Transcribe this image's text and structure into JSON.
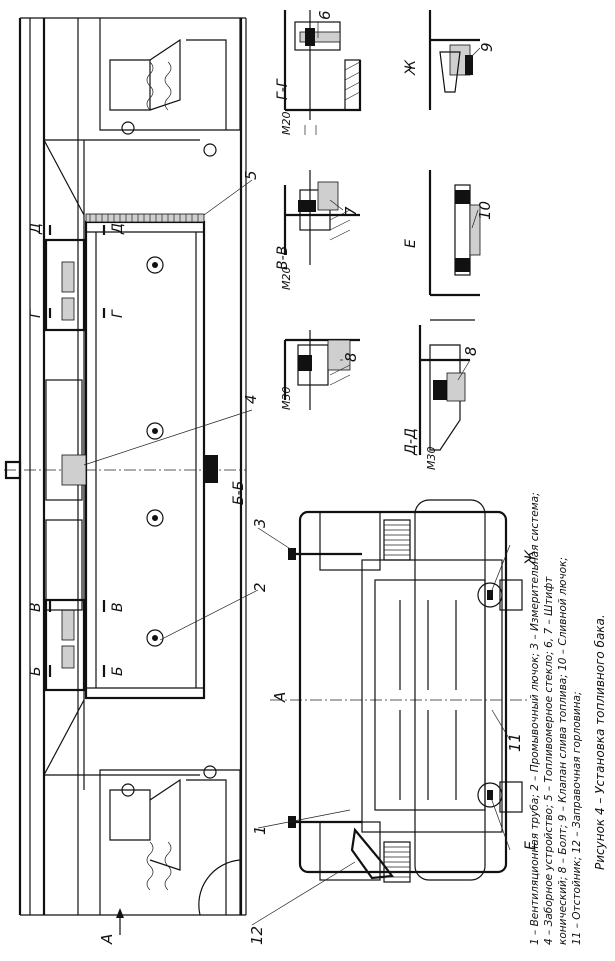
{
  "caption": {
    "figure": "Рисунок 4 – Установка топливного бака.",
    "legend_lines": [
      "1 – Вентиляционная труба; 2 – Промывочный лючок; 3 – Измерительная система;",
      "4 – Заборное устройство; 5 – Топливомерное стекло; 6, 7 – Штифт",
      "конический; 8 – Болт; 9 – Клапан слива топлива; 10 – Сливной лючок;",
      "11 – Отстойник; 12 – Заправочная горловина;"
    ]
  },
  "view_labels": {
    "view_a": "А",
    "section_a": "А",
    "gg": "Г-Г",
    "vv": "В-В",
    "dd": "Д-Д",
    "zh": "Ж",
    "e": "Е",
    "bb": "Б-Б",
    "b": "Б",
    "v": "В",
    "g": "Г",
    "d": "Д"
  },
  "callouts": [
    "1",
    "2",
    "3",
    "4",
    "5",
    "6",
    "7",
    "8",
    "8",
    "9",
    "10",
    "11",
    "12"
  ],
  "dimensions": [
    "М20",
    "М20",
    "М30",
    "М30"
  ]
}
